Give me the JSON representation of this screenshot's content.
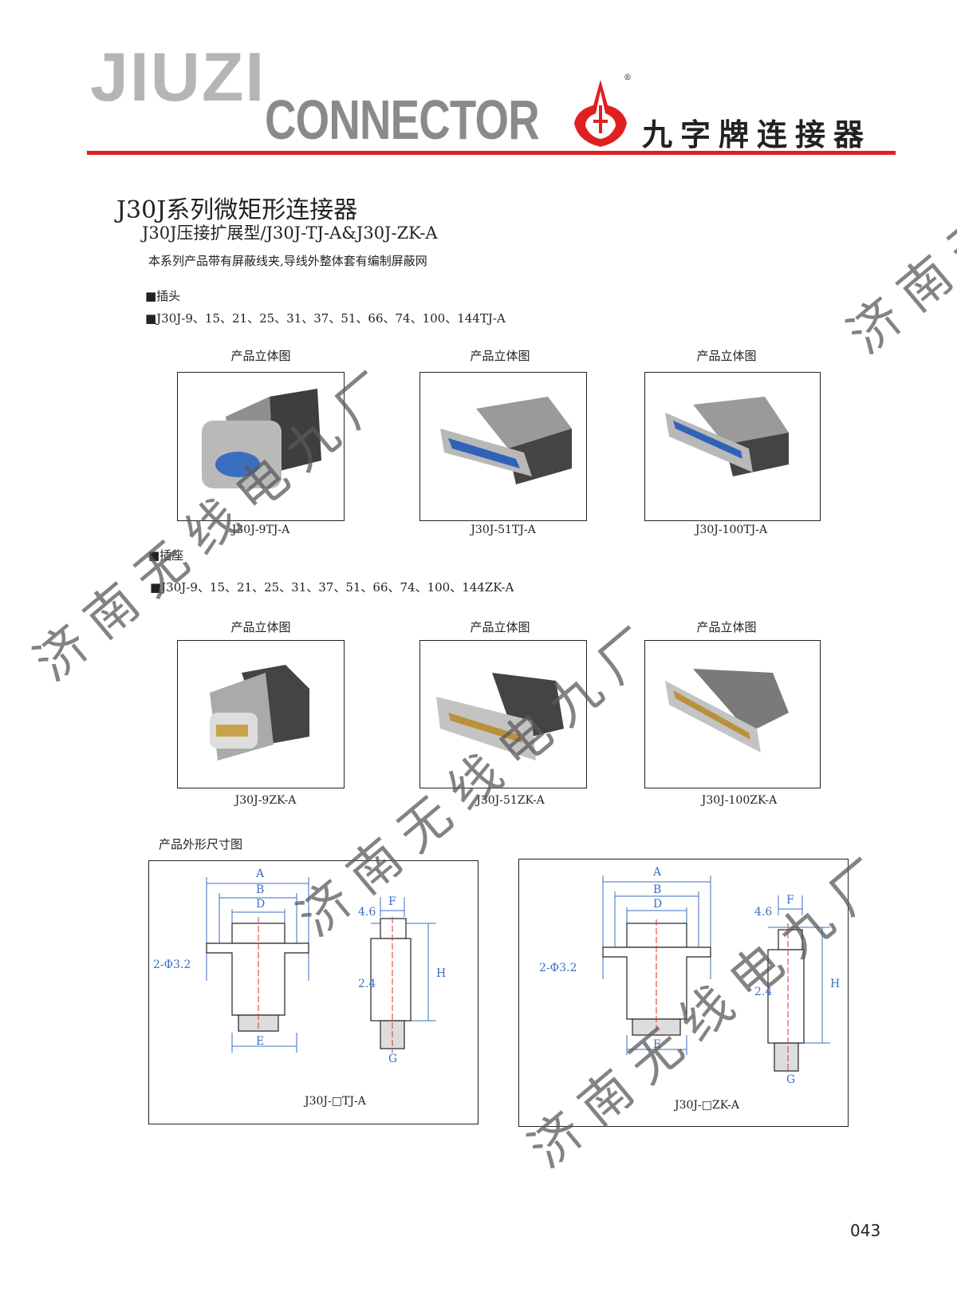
{
  "header": {
    "logo_text": "JIUZI",
    "logo_sub": "CONNECTOR",
    "brand_cn": "九字牌连接器",
    "registered": "®"
  },
  "title": "J30J系列微矩形连接器",
  "subtitle": "J30J压接扩展型/J30J-TJ-A&J30J-ZK-A",
  "description": "本系列产品带有屏蔽线夹,导线外整体套有编制屏蔽网",
  "plug": {
    "heading": "■插头",
    "list": "■J30J-9、15、21、25、31、37、51、66、74、100、144TJ-A",
    "items": [
      {
        "caption": "产品立体图",
        "label": "J30J-9TJ-A"
      },
      {
        "caption": "产品立体图",
        "label": "J30J-51TJ-A"
      },
      {
        "caption": "产品立体图",
        "label": "J30J-100TJ-A"
      }
    ]
  },
  "socket": {
    "heading": "■插座",
    "list": "■J30J-9、15、21、25、31、37、51、66、74、100、144ZK-A",
    "items": [
      {
        "caption": "产品立体图",
        "label": "J30J-9ZK-A"
      },
      {
        "caption": "产品立体图",
        "label": "J30J-51ZK-A"
      },
      {
        "caption": "产品立体图",
        "label": "J30J-100ZK-A"
      }
    ]
  },
  "dimensions": {
    "heading": "产品外形尺寸图",
    "drawings": [
      {
        "label": "J30J-□TJ-A",
        "A": "A",
        "B": "B",
        "D": "D",
        "E": "E",
        "F": "F",
        "G": "G",
        "H": "H",
        "hole": "2-Φ3.2",
        "d1": "4.6",
        "d2": "2.4"
      },
      {
        "label": "J30J-□ZK-A",
        "A": "A",
        "B": "B",
        "D": "D",
        "E": "E",
        "F": "F",
        "G": "G",
        "H": "H",
        "hole": "2-Φ3.2",
        "d1": "4.6",
        "d2": "2.4"
      }
    ]
  },
  "watermark": "济南无线电九厂",
  "page_number": "043"
}
